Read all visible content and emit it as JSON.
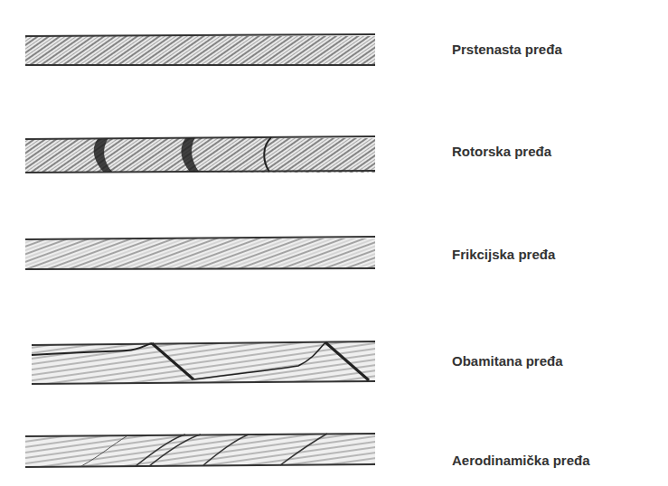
{
  "diagram": {
    "labels": [
      "Prstenasta pređa",
      "Rotorska pređa",
      "Frikcijska pređa",
      "Obamitana pređa",
      "Aerodinamička pređa"
    ]
  }
}
